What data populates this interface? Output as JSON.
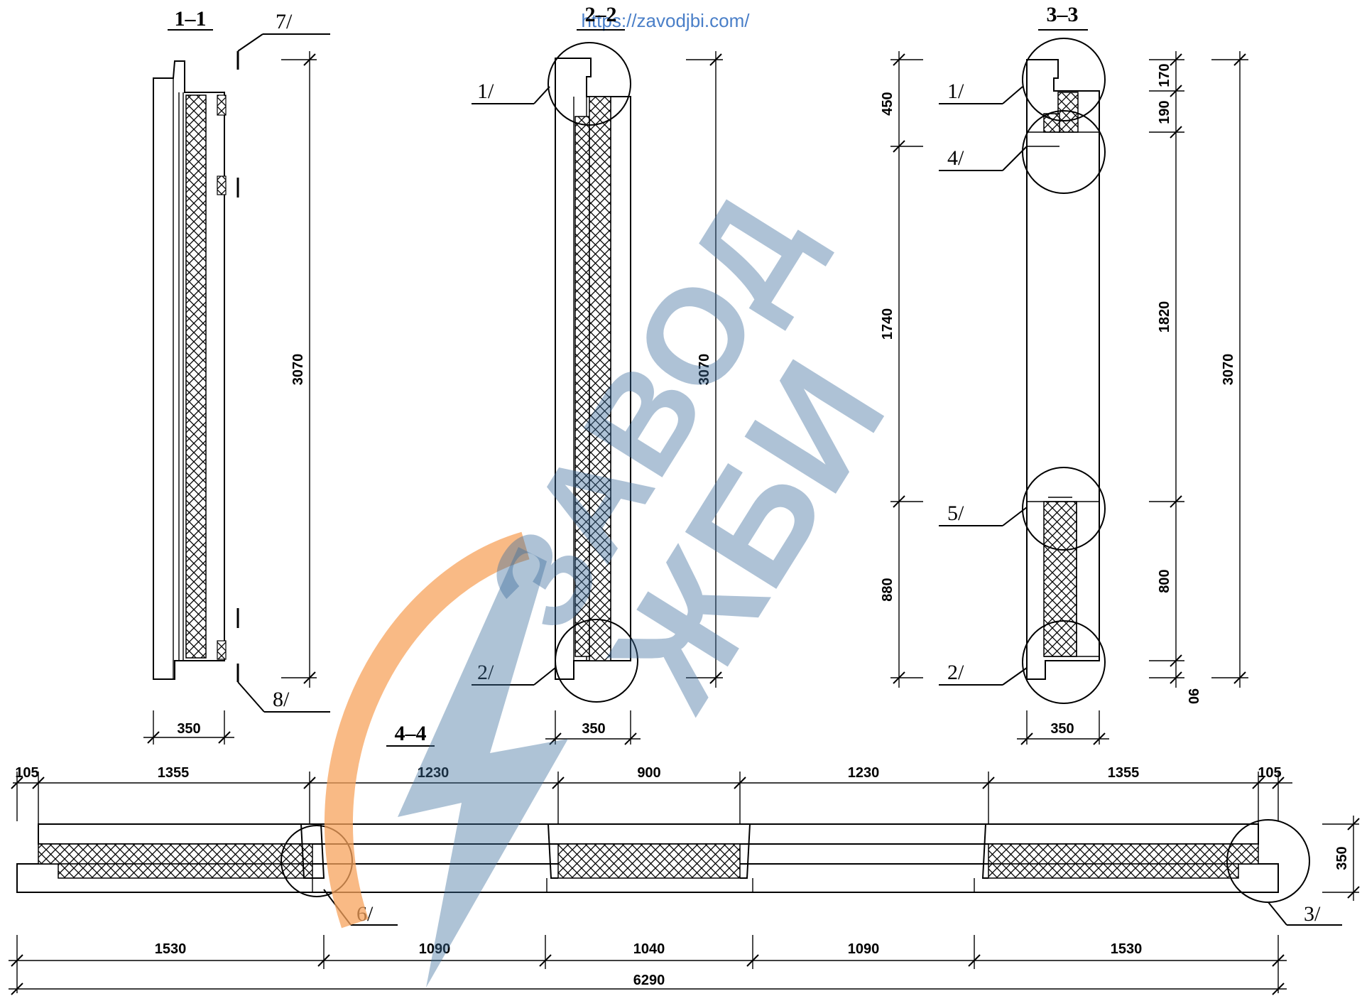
{
  "url": "https://zavodjbi.com/",
  "sections": {
    "s11": "1–1",
    "s22": "2–2",
    "s33": "3–3",
    "s44": "4–4"
  },
  "callouts": [
    "1/",
    "2/",
    "3/",
    "4/",
    "5/",
    "6/",
    "7/",
    "8/"
  ],
  "dims": {
    "s11_height": "3070",
    "s11_width": "350",
    "s22_height": "3070",
    "s22_width": "350",
    "s33_left": [
      "450",
      "1740",
      "880"
    ],
    "s33_right": [
      "170",
      "190",
      "1820",
      "800",
      "90"
    ],
    "s33_height": "3070",
    "s33_width": "350",
    "plan_top": [
      "105",
      "1355",
      "1230",
      "900",
      "1230",
      "1355",
      "105"
    ],
    "plan_bottom": [
      "1530",
      "1090",
      "1040",
      "1090",
      "1530"
    ],
    "plan_total": "6290",
    "plan_thickness": "350"
  },
  "watermark": {
    "line1": "ЗАВОД",
    "line2": "ЖБИ",
    "color": "#3f6f9e",
    "accent": "#f7a35c"
  }
}
